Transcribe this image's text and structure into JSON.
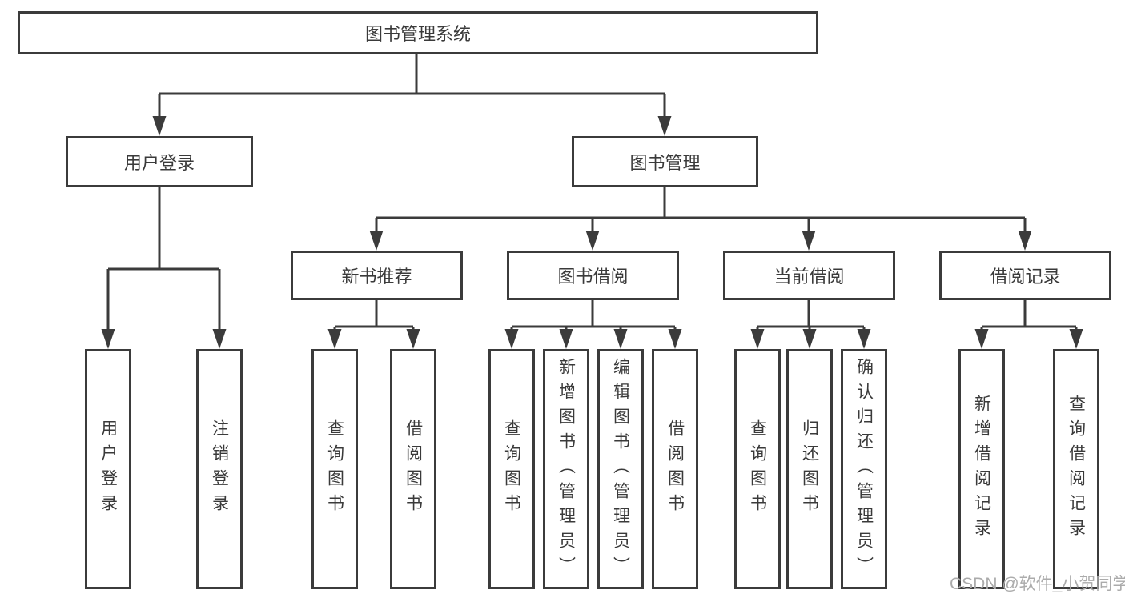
{
  "tree": {
    "label": "图书管理系统",
    "children": [
      {
        "label": "用户登录",
        "children": [
          {
            "label": "用户登录"
          },
          {
            "label": "注销登录"
          }
        ]
      },
      {
        "label": "图书管理",
        "children": [
          {
            "label": "新书推荐",
            "children": [
              {
                "label": "查询图书"
              },
              {
                "label": "借阅图书"
              }
            ]
          },
          {
            "label": "图书借阅",
            "children": [
              {
                "label": "查询图书"
              },
              {
                "label": "新增图书（管理员）"
              },
              {
                "label": "编辑图书（管理员）"
              },
              {
                "label": "借阅图书"
              }
            ]
          },
          {
            "label": "当前借阅",
            "children": [
              {
                "label": "查询图书"
              },
              {
                "label": "归还图书"
              },
              {
                "label": "确认归还（管理员）"
              }
            ]
          },
          {
            "label": "借阅记录",
            "children": [
              {
                "label": "新增借阅记录"
              },
              {
                "label": "查询借阅记录"
              }
            ]
          }
        ]
      }
    ]
  },
  "watermark": "CSDN @软件_小贺同学",
  "colors": {
    "line": "#3b3b3b",
    "text": "#3a3a3a",
    "watermark": "#ababab",
    "background": "#ffffff"
  }
}
